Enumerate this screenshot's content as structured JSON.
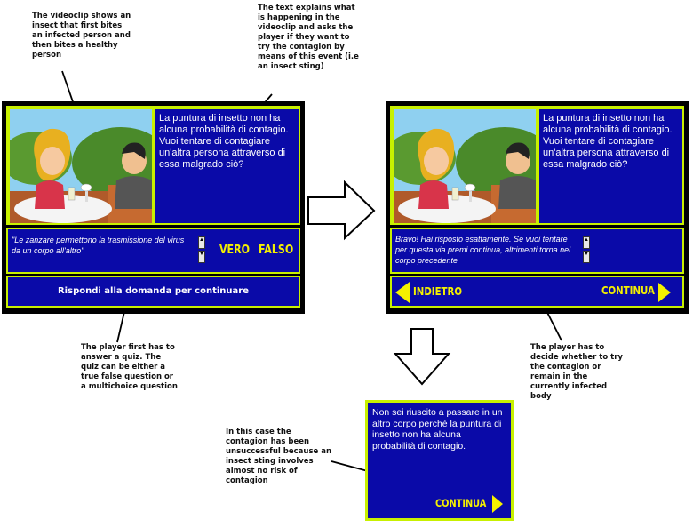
{
  "annotations": {
    "videoclip": "The videoclip shows an insect that first bites an infected person and then bites a healthy person",
    "text_explains": "The text explains what is happening in the videoclip and asks the player if they want to try the contagion by means of this event (i.e an insect sting)",
    "quiz": "The player first has to answer a quiz. The quiz can be either a true false question or a multichoice question",
    "decide": "The player has to decide whether to try the contagion or remain in the currently infected body",
    "unsuccessful": "In this case the contagion has been unsuccessful because an insect sting involves almost no risk of contagion"
  },
  "screen1": {
    "description": "La puntura di insetto non ha alcuna probabilità di contagio. Vuoi tentare di contagiare un'altra persona attraverso di essa malgrado ciò?",
    "quiz_question": "\"Le zanzare permettono la trasmissione del virus da un corpo all'altro\"",
    "true_label": "VERO",
    "false_label": "FALSO",
    "footer": "Rispondi alla domanda per continuare"
  },
  "screen2": {
    "description": "La puntura di insetto non ha alcuna probabilità di contagio. Vuoi tentare di contagiare un'altra persona attraverso di essa malgrado ciò?",
    "feedback": "Bravo! Hai risposto esattamente. Se vuoi tentare per questa via premi continua, altrimenti torna nel corpo precedente",
    "back_label": "INDIETRO",
    "continue_label": "CONTINUA"
  },
  "screen3": {
    "message": "Non sei riuscito a passare in un altro corpo perchè la puntura di insetto non ha alcuna probabilità di contagio.",
    "continue_label": "CONTINUA"
  },
  "colors": {
    "panel_blue": "#0a0aa8",
    "accent_yellow": "#c8f000",
    "button_text": "#f4f000"
  }
}
